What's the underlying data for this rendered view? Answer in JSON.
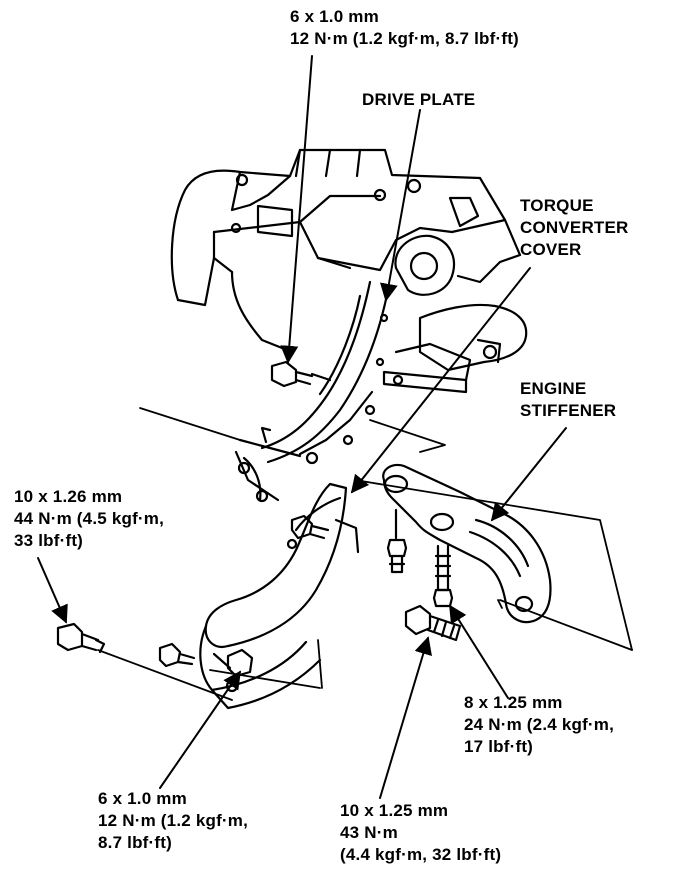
{
  "labels": {
    "top_bolt": {
      "line1": "6 x 1.0 mm",
      "line2": "12 N·m (1.2 kgf·m, 8.7 lbf·ft)"
    },
    "drive_plate": "DRIVE PLATE",
    "torque_converter_cover": {
      "line1": "TORQUE",
      "line2": "CONVERTER",
      "line3": "COVER"
    },
    "engine_stiffener": {
      "line1": "ENGINE",
      "line2": "STIFFENER"
    },
    "left_bolt": {
      "line1": "10 x 1.26 mm",
      "line2": "44 N·m (4.5 kgf·m,",
      "line3": "33 lbf·ft)"
    },
    "bottom_left_bolt": {
      "line1": "6 x 1.0 mm",
      "line2": "12 N·m (1.2 kgf·m,",
      "line3": "8.7 lbf·ft)"
    },
    "stiffener_small_bolt": {
      "line1": "8 x 1.25 mm",
      "line2": "24 N·m (2.4 kgf·m,",
      "line3": "17 lbf·ft)"
    },
    "stiffener_large_bolt": {
      "line1": "10 x 1.25 mm",
      "line2": "43 N·m",
      "line3": "(4.4 kgf·m, 32 lbf·ft)"
    }
  }
}
